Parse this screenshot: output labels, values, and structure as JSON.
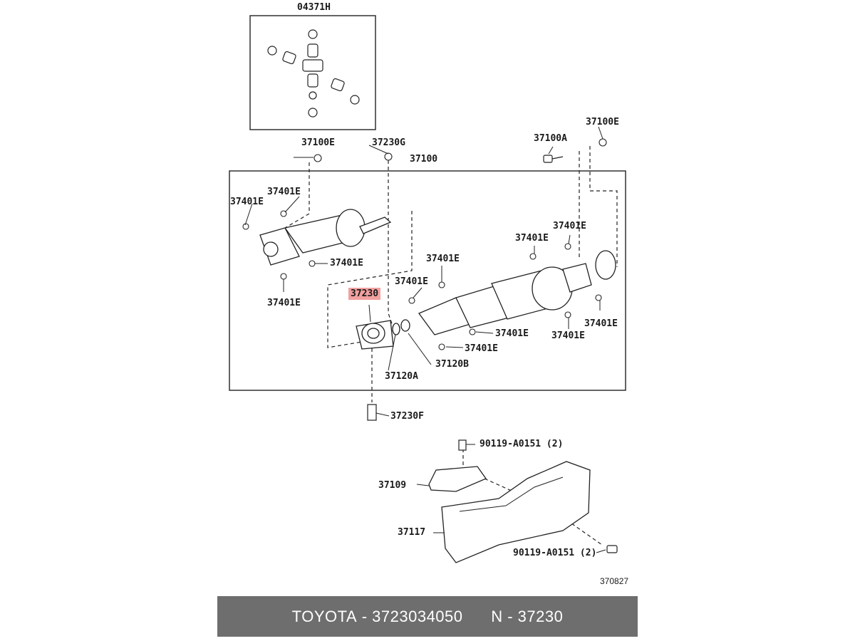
{
  "diagram": {
    "labels": {
      "kit": "04371H",
      "nut_top_left": "37100E",
      "washer_top": "37230G",
      "shaft_assembly": "37100",
      "bolt_top_right": "37100A",
      "nut_top_right": "37100E",
      "nut_l1": "37401E",
      "nut_l2": "37401E",
      "nut_l3": "37401E",
      "nut_l4": "37401E",
      "bearing": "37230",
      "nut_c1": "37401E",
      "nut_c2": "37401E",
      "nut_c3": "37401E",
      "nut_c4": "37401E",
      "nut_r1": "37401E",
      "nut_r2": "37401E",
      "nut_r3": "37401E",
      "nut_r4": "37401E",
      "nut_c5": "37120B",
      "washer_c": "37120A",
      "bolt_bottom": "37230F",
      "bolt_shield_top": "90119-A0151 (2)",
      "bracket": "37109",
      "shield": "37117",
      "bolt_shield_bottom": "90119-A0151 (2)",
      "figure_number": "370827"
    }
  },
  "footer": {
    "brand": "TOYOTA",
    "part_number": "3723034050",
    "note": "N - 37230"
  }
}
